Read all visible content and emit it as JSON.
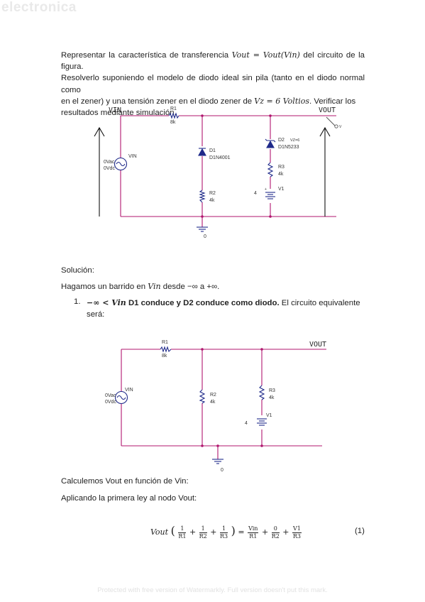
{
  "watermark_top": "electronica",
  "problem": {
    "l1_a": "Representar la característica de transferencia ",
    "l1_b": " del circuito de la figura.",
    "l2": "Resolverlo suponiendo el modelo de diodo ideal sin pila (tanto en el diodo normal como",
    "l3_a": "en el zener) y una tensión zener en el diodo zener de ",
    "l3_b": ". Verificar los",
    "l4": "resultados mediante simulación."
  },
  "math": {
    "vout_eq_vout_vin": "Vout = Vout(Vin)",
    "vz_eq": "Vz = 6 Voltios"
  },
  "circuit1": {
    "vin_label": "VIN",
    "vout_label": "VOUT",
    "r1_name": "R1",
    "r1_value": "8k",
    "d1_name": "D1",
    "d1_part": "D1N4001",
    "d2_name": "D2",
    "d2_param": "VZ=6",
    "d2_part": "D1N5233",
    "r3_name": "R3",
    "r3_value": "4k",
    "r2_name": "R2",
    "r2_value": "4k",
    "v1_name": "V1",
    "v1_value": "4",
    "source_name": "VIN",
    "source_vac": "0Vac",
    "source_vdc": "0Vdc",
    "ground_label": "0",
    "probe_label": "V"
  },
  "solution": {
    "heading": "Solución:",
    "sweep_a": "Hagamos un barrido en ",
    "sweep_var": "Vin",
    "sweep_b": " desde −∞ a +∞.",
    "item_num": "1.",
    "item_cond": "−∞ < Vin",
    "item_bold": " D1 conduce y D2 conduce como diodo.",
    "item_rest": " El circuito equivalente",
    "item_line2": "será:"
  },
  "circuit2": {
    "vout_label": "VOUT",
    "r1_name": "R1",
    "r1_value": "8k",
    "r2_name": "R2",
    "r2_value": "4k",
    "r3_name": "R3",
    "r3_value": "4k",
    "v1_name": "V1",
    "v1_value": "4",
    "source_name": "VIN",
    "source_vac": "0Vac",
    "source_vdc": "0Vdc",
    "ground_label": "0"
  },
  "after": {
    "calc": "Calculemos Vout en función de Vin:",
    "law": "Aplicando la primera ley al nodo Vout:"
  },
  "equation": {
    "lhs": "Vout",
    "one": "1",
    "r1": "R1",
    "r2": "R2",
    "r3": "R3",
    "vin": "Vin",
    "zero": "0",
    "v1": "V1",
    "plus": "+",
    "equals": "=",
    "number": "(1)"
  },
  "footer_watermark": "Protected with free version of Watermarkly. Full version doesn't put this mark.",
  "colors": {
    "wire": "#b0166e",
    "component": "#1f2a8a",
    "node": "#b0166e",
    "text": "#222222",
    "watermark": "#e2e2e2"
  }
}
